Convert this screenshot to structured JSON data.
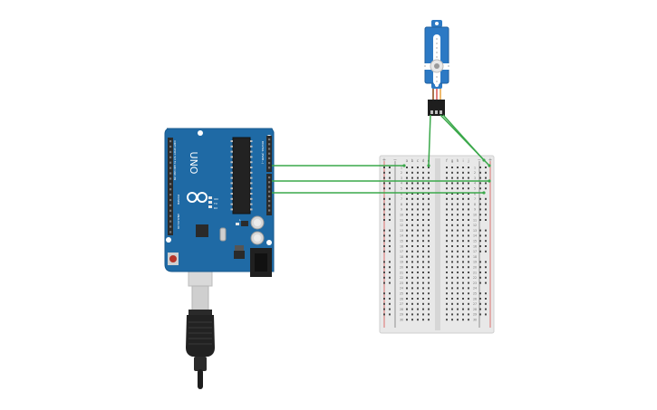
{
  "arduino": {
    "board_label": "UNO",
    "digital_label": "DIGITAL (PWM~)",
    "power_label": "POWER",
    "analog_label": "ANALOG IN",
    "tx_label": "TX",
    "rx_label": "RX",
    "on_label": "ON",
    "l_label": "L",
    "reset_label": "IOREF  RESET  3V3  5V  GND  GND  VIN",
    "colors": {
      "board": "#1f6aa5",
      "dark": "#1a4f7a",
      "header": "#2b2b2b"
    }
  },
  "breadboard": {
    "col_letters_left": [
      "a",
      "b",
      "c",
      "d",
      "e"
    ],
    "col_letters_right": [
      "f",
      "g",
      "h",
      "i",
      "j"
    ],
    "row_count": 30,
    "rail_plus": "+",
    "rail_minus": "−",
    "colors": {
      "body": "#e8e8e8",
      "hole": "#4a4a4a",
      "rail_red": "#d9534f",
      "rail_black": "#333333"
    }
  },
  "servo": {
    "colors": {
      "body": "#2c79c4",
      "horn": "#ffffff",
      "connector": "#1e1e1e"
    }
  },
  "usb_cable": {
    "colors": {
      "plug": "#d7d7d7",
      "cable": "#222222"
    }
  },
  "wires": {
    "color": "#3aa84a"
  }
}
